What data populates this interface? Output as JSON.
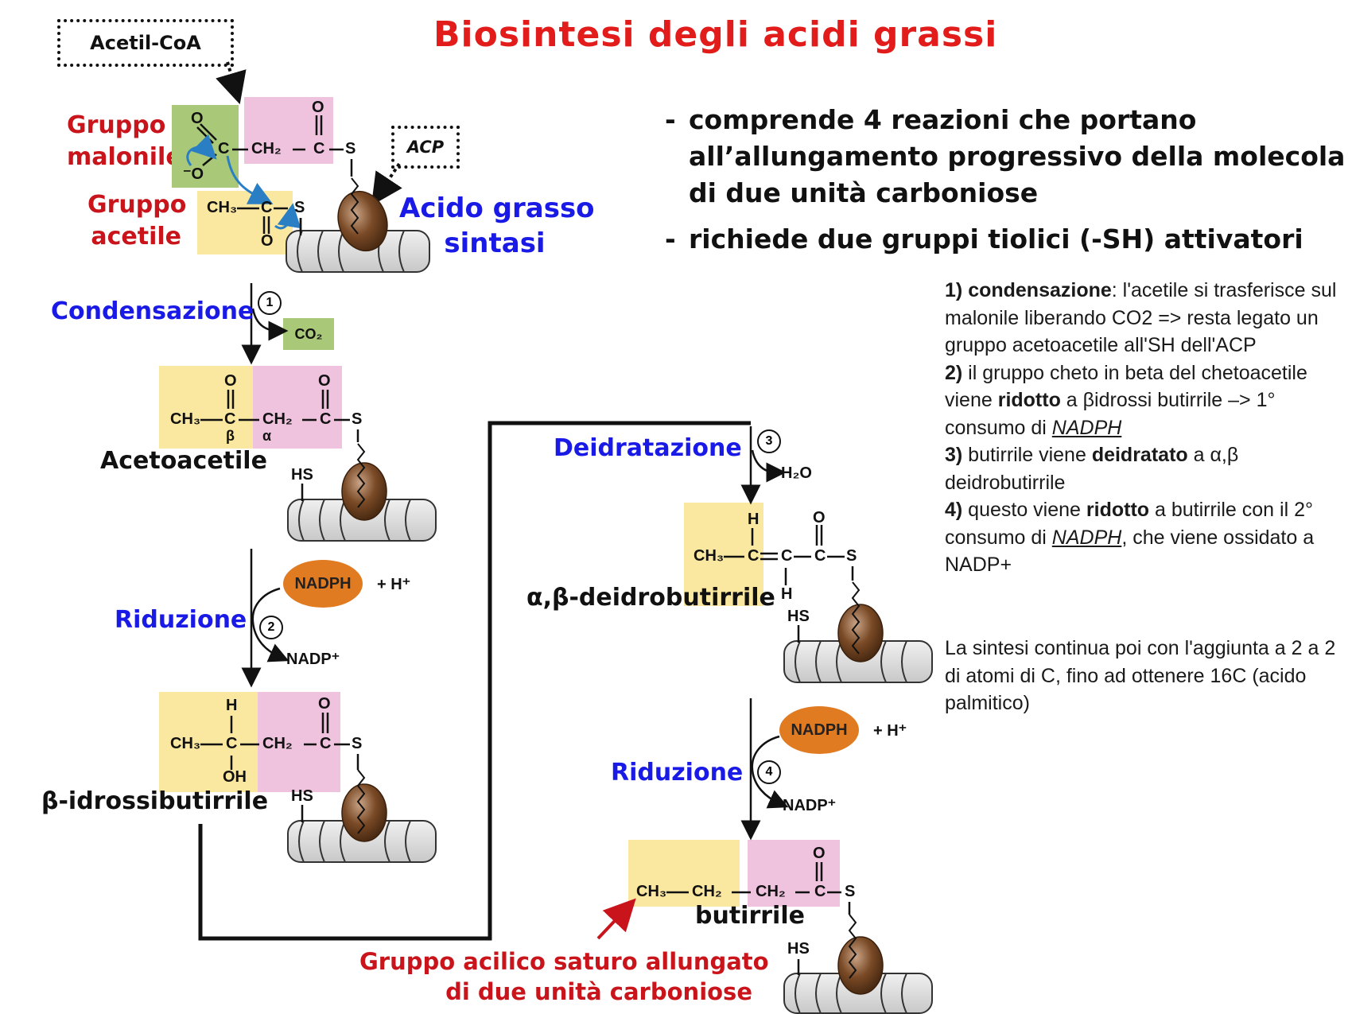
{
  "title": "Biosintesi degli acidi grassi",
  "labels": {
    "acetil_coa": "Acetil-CoA",
    "acp": "ACP",
    "gruppo_malonile": [
      "Gruppo",
      "malonile"
    ],
    "gruppo_acetile": [
      "Gruppo",
      "acetile"
    ],
    "enzyme": [
      "Acido grasso",
      "sintasi"
    ]
  },
  "bullets": [
    "comprende 4 reazioni che portano all’allungamento progressivo della molecola di due unità carboniose",
    "richiede due gruppi tiolici (-SH) attivatori"
  ],
  "notes": [
    {
      "num": "1)",
      "bold": "condensazione",
      "text": ": l'acetile si trasferisce sul malonile liberando CO2 => resta legato un gruppo acetoacetile all'SH dell'ACP"
    },
    {
      "num": "2)",
      "pre": " il gruppo cheto in beta del chetoacetile viene ",
      "bold": "ridotto",
      "post": " a βidrossi butirrile –> 1° consumo di ",
      "ital": "NADPH"
    },
    {
      "num": "3)",
      "pre": " butirrile viene ",
      "bold": "deidratato",
      "post": " a α,β deidrobutirrile"
    },
    {
      "num": "4)",
      "pre": " questo viene ",
      "bold": "ridotto",
      "post": " a butirrile con il 2° consumo di ",
      "ital": "NADPH",
      "tail": ", che viene ossidato a NADP+"
    }
  ],
  "final_note": "La sintesi continua poi con l'aggiunta a 2 a 2 di atomi di C, fino ad ottenere 16C (acido palmitico)",
  "steps": [
    {
      "num": "1",
      "name": "Condensazione",
      "byproduct": "CO₂"
    },
    {
      "num": "2",
      "name": "Riduzione",
      "cofactor_in": "NADPH",
      "plus": "+ H⁺",
      "cofactor_out": "NADP⁺"
    },
    {
      "num": "3",
      "name": "Deidratazione",
      "byproduct": "H₂O"
    },
    {
      "num": "4",
      "name": "Riduzione",
      "cofactor_in": "NADPH",
      "plus": "+ H⁺",
      "cofactor_out": "NADP⁺"
    }
  ],
  "molecules": {
    "acetoacetile": "Acetoacetile",
    "idrossibutirrile": "β-idrossibutirrile",
    "deidrobutirrile": "α,β-deidrobutirrile",
    "butirrile": "butirrile"
  },
  "atoms": {
    "O": "O",
    "C": "C",
    "S": "S",
    "H": "H",
    "OH": "OH",
    "HS": "HS",
    "Ominus": "⁻O",
    "CH3": "CH₃",
    "CH2": "CH₂",
    "beta": "β",
    "alpha": "α"
  },
  "final_annotation": [
    "Gruppo acilico saturo allungato",
    "di due unità carboniose"
  ],
  "colors": {
    "title": "#e21b1b",
    "step_label": "#1a1ae6",
    "group_label": "#c8141a",
    "acetyl_box": "#fbe8a0",
    "malonyl_box": "#efc2de",
    "carboxyl_box": "#a9c979",
    "nadph": "#e07b22"
  }
}
